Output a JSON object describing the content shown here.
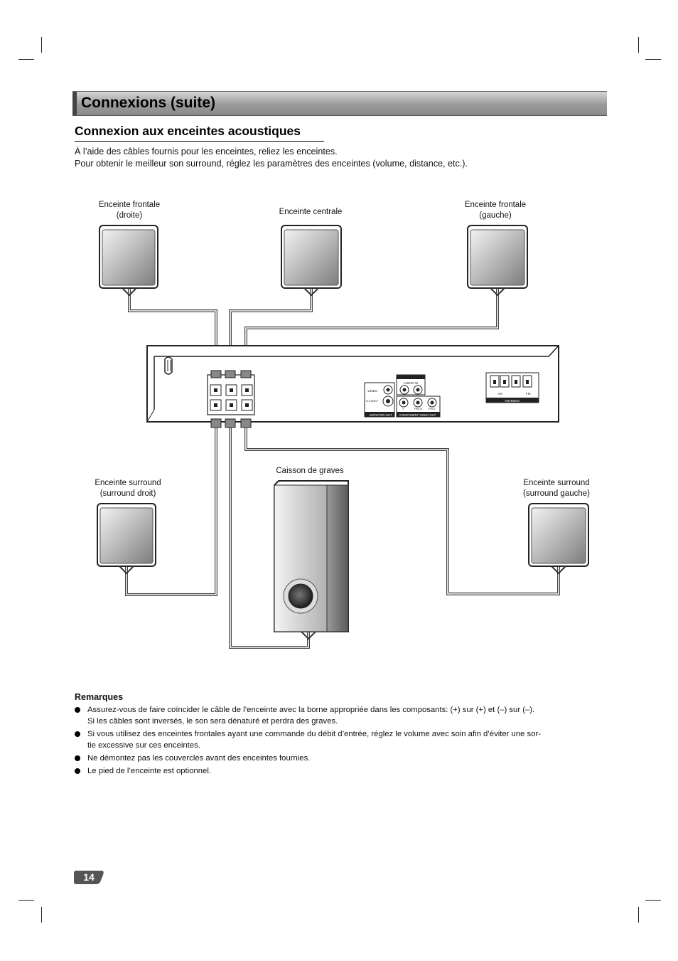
{
  "header": {
    "title": "Connexions (suite)"
  },
  "section": {
    "title": "Connexion aux enceintes acoustiques",
    "intro_line1": "À l’aide des câbles fournis pour les enceintes, reliez les enceintes.",
    "intro_line2": "Pour obtenir le meilleur son surround, réglez les paramètres des enceintes (volume, distance, etc.)."
  },
  "diagram": {
    "front_right": {
      "line1": "Enceinte frontale",
      "line2": "(droite)"
    },
    "center": {
      "line1": "Enceinte centrale"
    },
    "front_left": {
      "line1": "Enceinte frontale",
      "line2": "(gauche)"
    },
    "surround_right": {
      "line1": "Enceinte surround",
      "line2": "(surround droit)"
    },
    "subwoofer": {
      "line1": "Caisson de graves"
    },
    "surround_left": {
      "line1": "Enceinte surround",
      "line2": "(surround gauche)"
    },
    "panel": {
      "video": "VIDEO",
      "svideo": "S-VIDEO",
      "monitor_out": "MONITOR OUT",
      "audio_in": "AUDIO IN",
      "component_out": "COMPONENT VIDEO OUT",
      "y": "Y",
      "pb": "Pb/Cb",
      "pr": "Pr/Cr",
      "antenna": "ANTENNA",
      "am": "AM",
      "fm": "FM"
    }
  },
  "remarks": {
    "heading": "Remarques",
    "items": [
      {
        "line1": "Assurez-vous de faire coïncider le câble de l’enceinte avec la borne appropriée dans les composants: (+) sur (+) et (–) sur (–).",
        "line2": "Si les câbles sont inversés, le son sera dénaturé et perdra des graves."
      },
      {
        "line1": "Si vous utilisez des enceintes frontales ayant une commande du débit d’entrée, réglez le volume avec soin afin d’éviter une sor-",
        "line2": "tie excessive sur ces enceintes."
      },
      {
        "line1": "Ne démontez pas les couvercles avant des enceintes fournies."
      },
      {
        "line1": "Le pied de l’enceinte est optionnel."
      }
    ]
  },
  "footer": {
    "page_number": "14"
  }
}
